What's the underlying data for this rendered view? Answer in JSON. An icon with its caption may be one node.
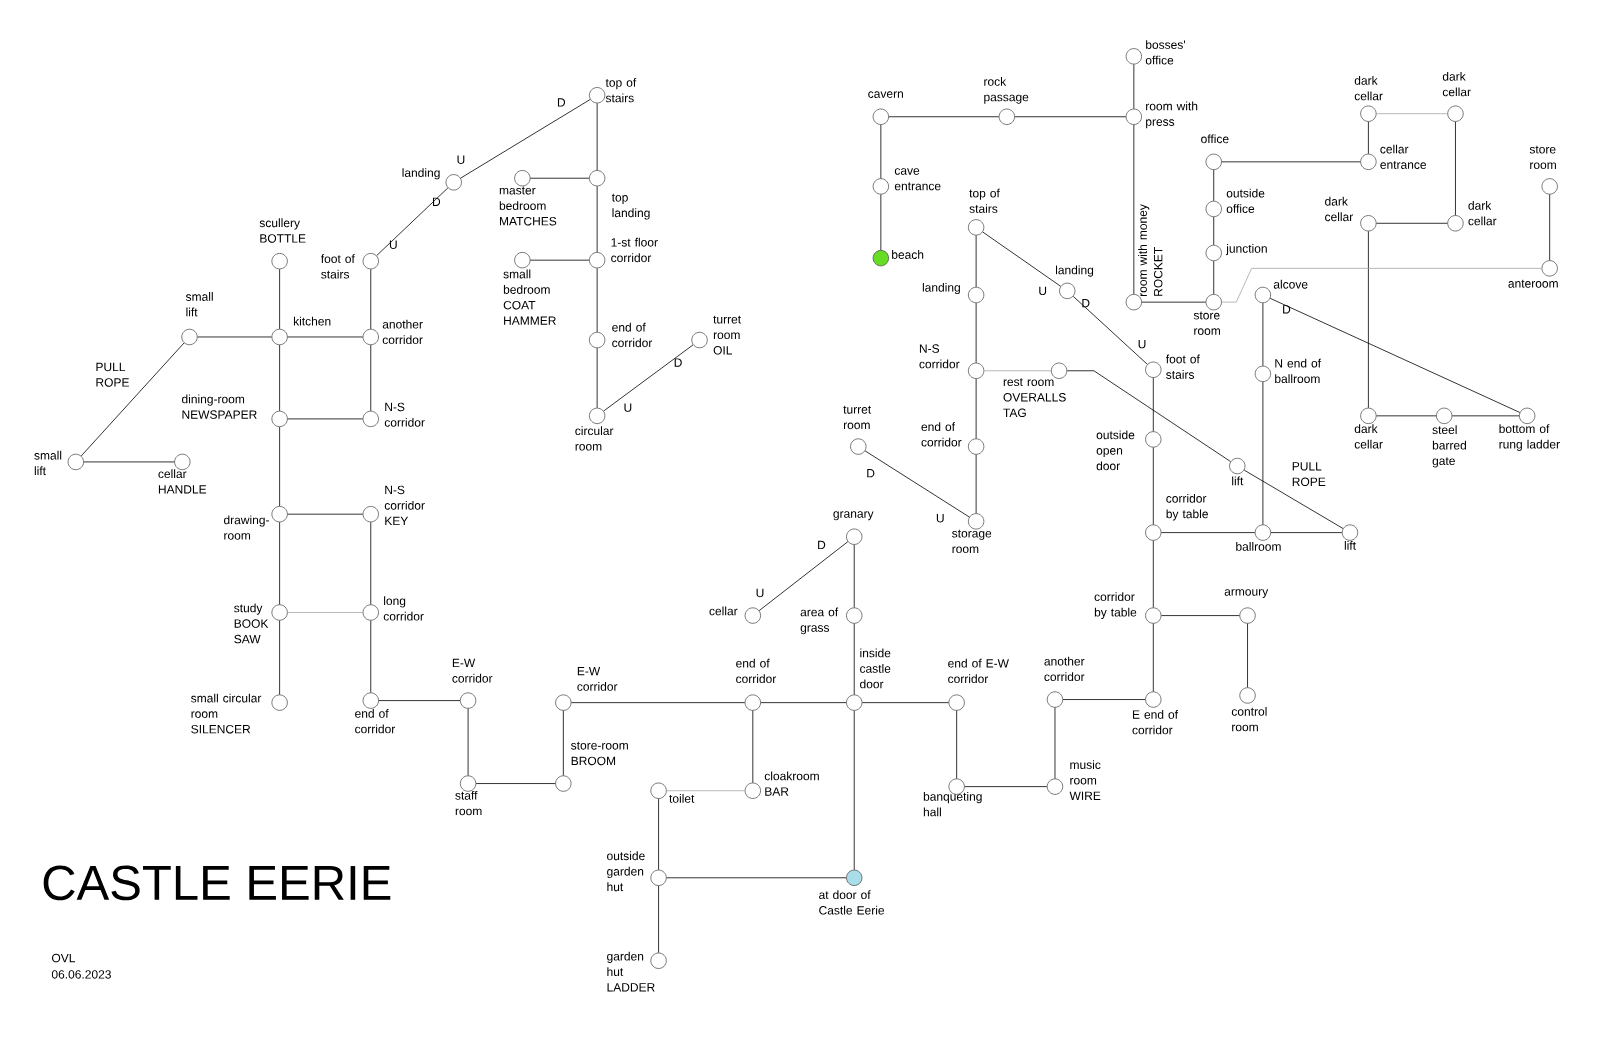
{
  "diagram": {
    "title": "CASTLE EERIE",
    "nodes": [
      {
        "text": [],
        "shape": "circle",
        "beside": [
          "top of stairs"
        ]
      },
      {
        "text": [],
        "shape": "circle",
        "beside": [
          "landing"
        ]
      },
      {
        "text": [],
        "shape": "circle",
        "beside": [
          "foot of stairs"
        ]
      },
      {
        "text": [],
        "shape": "circle",
        "beside": [
          "master bedroom",
          "MATCHES"
        ]
      },
      {
        "text": [],
        "shape": "circle",
        "beside": [
          "top landing"
        ]
      },
      {
        "text": [],
        "shape": "circle",
        "beside": [
          "small bedroom",
          "COAT",
          "HAMMER"
        ]
      },
      {
        "text": [],
        "shape": "circle",
        "beside": [
          "1-st floor corridor"
        ]
      },
      {
        "text": [],
        "shape": "circle",
        "beside": [
          "end of corridor"
        ]
      },
      {
        "text": [],
        "shape": "circle",
        "beside": [
          "turret room",
          "OIL"
        ]
      },
      {
        "text": [],
        "shape": "circle",
        "beside": [
          "circular room"
        ]
      },
      {
        "text": [],
        "shape": "circle",
        "beside": [
          "scullery",
          "BOTTLE"
        ]
      },
      {
        "text": [],
        "shape": "circle",
        "beside": [
          "kitchen"
        ]
      },
      {
        "text": [],
        "shape": "circle",
        "beside": [
          "small lift"
        ]
      },
      {
        "text": [],
        "shape": "circle",
        "beside": [
          "another corridor"
        ]
      },
      {
        "text": [],
        "shape": "circle",
        "beside": [
          "small lift"
        ]
      },
      {
        "text": [],
        "shape": "circle",
        "beside": [
          "cellar",
          "HANDLE"
        ]
      },
      {
        "text": [],
        "shape": "circle",
        "beside": [
          "dining-room",
          "NEWSPAPER"
        ]
      },
      {
        "text": [],
        "shape": "circle",
        "beside": [
          "N-S corridor"
        ]
      },
      {
        "text": [],
        "shape": "circle",
        "beside": [
          "drawing-room"
        ]
      },
      {
        "text": [],
        "shape": "circle",
        "beside": [
          "N-S corridor",
          "KEY"
        ]
      },
      {
        "text": [],
        "shape": "circle",
        "beside": [
          "study",
          "BOOK",
          "SAW"
        ]
      },
      {
        "text": [],
        "shape": "circle",
        "beside": [
          "long corridor"
        ]
      },
      {
        "text": [],
        "shape": "circle",
        "beside": [
          "small circular room",
          "SILENCER"
        ]
      },
      {
        "text": [],
        "shape": "circle",
        "beside": [
          "end of corridor"
        ]
      },
      {
        "text": [],
        "shape": "circle",
        "beside": [
          "E-W corridor"
        ]
      },
      {
        "text": [],
        "shape": "circle",
        "beside": [
          "staff room"
        ]
      },
      {
        "text": [],
        "shape": "circle",
        "beside": [
          "E-W corridor"
        ]
      },
      {
        "text": [],
        "shape": "circle",
        "beside": [
          "store-room",
          "BROOM"
        ]
      },
      {
        "text": [],
        "shape": "circle",
        "beside": [
          "end of corridor"
        ]
      },
      {
        "text": [],
        "shape": "circle",
        "beside": [
          "cloakroom",
          "BAR"
        ]
      },
      {
        "text": [],
        "shape": "circle",
        "beside": [
          "toilet"
        ]
      },
      {
        "text": [],
        "shape": "circle",
        "beside": [
          "outside garden hut"
        ]
      },
      {
        "text": [],
        "shape": "circle",
        "beside": [
          "garden hut",
          "LADDER"
        ]
      },
      {
        "text": [],
        "shape": "circle",
        "beside": [
          "at door of Castle Eerie"
        ]
      },
      {
        "text": [],
        "shape": "circle",
        "beside": [
          "inside castle door"
        ]
      },
      {
        "text": [],
        "shape": "circle",
        "beside": [
          "area of grass"
        ]
      },
      {
        "text": [],
        "shape": "circle",
        "beside": [
          "granary"
        ]
      },
      {
        "text": [],
        "shape": "circle",
        "beside": [
          "cellar"
        ]
      },
      {
        "text": [],
        "shape": "circle",
        "beside": [
          "end of E-W corridor"
        ]
      },
      {
        "text": [],
        "shape": "circle",
        "beside": [
          "banqueting hall"
        ]
      },
      {
        "text": [],
        "shape": "circle",
        "beside": [
          "music room",
          "WIRE"
        ]
      },
      {
        "text": [],
        "shape": "circle",
        "beside": [
          "another corridor"
        ]
      },
      {
        "text": [],
        "shape": "circle",
        "beside": [
          "E end of corridor"
        ]
      },
      {
        "text": [],
        "shape": "circle",
        "beside": [
          "corridor by table"
        ]
      },
      {
        "text": [],
        "shape": "circle",
        "beside": [
          "armoury"
        ]
      },
      {
        "text": [],
        "shape": "circle",
        "beside": [
          "control room"
        ]
      },
      {
        "text": [],
        "shape": "circle",
        "beside": [
          "corridor by table"
        ]
      },
      {
        "text": [],
        "shape": "circle",
        "beside": [
          "outside open door"
        ]
      },
      {
        "text": [],
        "shape": "circle",
        "beside": [
          "foot of stairs"
        ]
      },
      {
        "text": [],
        "shape": "circle",
        "beside": [
          "landing"
        ]
      },
      {
        "text": [],
        "shape": "circle",
        "beside": [
          "top of stairs"
        ]
      },
      {
        "text": [],
        "shape": "circle",
        "beside": [
          "landing"
        ]
      },
      {
        "text": [],
        "shape": "circle",
        "beside": [
          "N-S corridor"
        ]
      },
      {
        "text": [],
        "shape": "circle",
        "beside": [
          "rest room",
          "OVERALLS",
          "TAG"
        ]
      },
      {
        "text": [],
        "shape": "circle",
        "beside": [
          "end of corridor"
        ]
      },
      {
        "text": [],
        "shape": "circle",
        "beside": [
          "storage room"
        ]
      },
      {
        "text": [],
        "shape": "circle",
        "beside": [
          "turret room"
        ]
      },
      {
        "text": [],
        "shape": "circle",
        "beside": [
          "lift"
        ]
      },
      {
        "text": [],
        "shape": "circle",
        "beside": [
          "ballroom"
        ]
      },
      {
        "text": [],
        "shape": "circle",
        "beside": [
          "lift"
        ]
      },
      {
        "text": [],
        "shape": "circle",
        "beside": [
          "N end of ballroom"
        ]
      },
      {
        "text": [],
        "shape": "circle",
        "beside": [
          "alcove"
        ]
      },
      {
        "text": [],
        "shape": "circle",
        "beside": [
          "bottom of rung ladder"
        ]
      },
      {
        "text": [],
        "shape": "circle",
        "beside": [
          "steel barred gate"
        ]
      },
      {
        "text": [],
        "shape": "circle",
        "beside": [
          "dark cellar"
        ]
      },
      {
        "text": [],
        "shape": "circle",
        "beside": [
          "dark cellar"
        ]
      },
      {
        "text": [],
        "shape": "circle",
        "beside": [
          "dark cellar"
        ]
      },
      {
        "text": [],
        "shape": "circle",
        "beside": [
          "dark cellar"
        ]
      },
      {
        "text": [],
        "shape": "circle",
        "beside": [
          "dark cellar"
        ]
      },
      {
        "text": [],
        "shape": "circle",
        "beside": [
          "cellar entrance"
        ]
      },
      {
        "text": [],
        "shape": "circle",
        "beside": [
          "office"
        ]
      },
      {
        "text": [],
        "shape": "circle",
        "beside": [
          "outside office"
        ]
      },
      {
        "text": [],
        "shape": "circle",
        "beside": [
          "junction"
        ]
      },
      {
        "text": [],
        "shape": "circle",
        "beside": [
          "store room"
        ]
      },
      {
        "text": [],
        "shape": "circle",
        "beside": [
          "room with money",
          "ROCKET"
        ]
      },
      {
        "text": [],
        "shape": "circle",
        "beside": [
          "room with press"
        ]
      },
      {
        "text": [],
        "shape": "circle",
        "beside": [
          "bosses' office"
        ]
      },
      {
        "text": [],
        "shape": "circle",
        "beside": [
          "rock passage"
        ]
      },
      {
        "text": [],
        "shape": "circle",
        "beside": [
          "cavern"
        ]
      },
      {
        "text": [],
        "shape": "circle",
        "beside": [
          "cave entrance"
        ]
      },
      {
        "text": [],
        "shape": "circle",
        "beside": [
          "beach"
        ]
      },
      {
        "text": [],
        "shape": "circle",
        "beside": [
          "store room"
        ]
      },
      {
        "text": [],
        "shape": "circle",
        "beside": [
          "anteroom"
        ]
      }
    ],
    "edges": [
      {
        "from": 0,
        "to": 1,
        "arrow": "none"
      },
      {
        "from": 1,
        "to": 2,
        "arrow": "none"
      },
      {
        "from": 0,
        "to": 4,
        "arrow": "none"
      },
      {
        "from": 3,
        "to": 4,
        "arrow": "none"
      },
      {
        "from": 4,
        "to": 6,
        "arrow": "none"
      },
      {
        "from": 5,
        "to": 6,
        "arrow": "none"
      },
      {
        "from": 6,
        "to": 7,
        "arrow": "none"
      },
      {
        "from": 7,
        "to": 9,
        "arrow": "none"
      },
      {
        "from": 9,
        "to": 8,
        "arrow": "none"
      },
      {
        "from": 2,
        "to": 13,
        "arrow": "none"
      },
      {
        "from": 10,
        "to": 11,
        "arrow": "none"
      },
      {
        "from": 12,
        "to": 11,
        "arrow": "none"
      },
      {
        "from": 11,
        "to": 13,
        "arrow": "none"
      },
      {
        "from": 12,
        "to": 14,
        "arrow": "none"
      },
      {
        "from": 14,
        "to": 15,
        "arrow": "none"
      },
      {
        "from": 11,
        "to": 16,
        "arrow": "none"
      },
      {
        "from": 16,
        "to": 17,
        "arrow": "none"
      },
      {
        "from": 13,
        "to": 17,
        "arrow": "none"
      },
      {
        "from": 16,
        "to": 18,
        "arrow": "none"
      },
      {
        "from": 18,
        "to": 19,
        "arrow": "none"
      },
      {
        "from": 19,
        "to": 21,
        "arrow": "none"
      },
      {
        "from": 18,
        "to": 20,
        "arrow": "none"
      },
      {
        "from": 20,
        "to": 21,
        "arrow": "none",
        "color": "#a6a6a6"
      },
      {
        "from": 20,
        "to": 22,
        "arrow": "none"
      },
      {
        "from": 21,
        "to": 23,
        "arrow": "none"
      },
      {
        "from": 23,
        "to": 24,
        "arrow": "none"
      },
      {
        "from": 24,
        "to": 25,
        "arrow": "none"
      },
      {
        "from": 25,
        "to": 27,
        "arrow": "none"
      },
      {
        "from": 26,
        "to": 27,
        "arrow": "none"
      },
      {
        "from": 26,
        "to": 28,
        "arrow": "none"
      },
      {
        "from": 28,
        "to": 34,
        "arrow": "none"
      },
      {
        "from": 28,
        "to": 29,
        "arrow": "none"
      },
      {
        "from": 29,
        "to": 30,
        "arrow": "none",
        "color": "#a6a6a6"
      },
      {
        "from": 30,
        "to": 31,
        "arrow": "none"
      },
      {
        "from": 31,
        "to": 32,
        "arrow": "none"
      },
      {
        "from": 31,
        "to": 33,
        "arrow": "none"
      },
      {
        "from": 33,
        "to": 34,
        "arrow": "none"
      },
      {
        "from": 34,
        "to": 35,
        "arrow": "none"
      },
      {
        "from": 35,
        "to": 36,
        "arrow": "none"
      },
      {
        "from": 36,
        "to": 37,
        "arrow": "none"
      },
      {
        "from": 34,
        "to": 38,
        "arrow": "none"
      },
      {
        "from": 38,
        "to": 39,
        "arrow": "none"
      },
      {
        "from": 39,
        "to": 40,
        "arrow": "none"
      },
      {
        "from": 40,
        "to": 41,
        "arrow": "none"
      },
      {
        "from": 41,
        "to": 42,
        "arrow": "none"
      },
      {
        "from": 42,
        "to": 43,
        "arrow": "none"
      },
      {
        "from": 43,
        "to": 44,
        "arrow": "none"
      },
      {
        "from": 44,
        "to": 45,
        "arrow": "none"
      },
      {
        "from": 43,
        "to": 46,
        "arrow": "none"
      },
      {
        "from": 46,
        "to": 47,
        "arrow": "none"
      },
      {
        "from": 47,
        "to": 48,
        "arrow": "none"
      },
      {
        "from": 50,
        "to": 49,
        "arrow": "none"
      },
      {
        "from": 49,
        "to": 48,
        "arrow": "none"
      },
      {
        "from": 50,
        "to": 51,
        "arrow": "none"
      },
      {
        "from": 51,
        "to": 52,
        "arrow": "none"
      },
      {
        "from": 52,
        "to": 53,
        "arrow": "none",
        "color": "#a6a6a6"
      },
      {
        "from": 52,
        "to": 54,
        "arrow": "none"
      },
      {
        "from": 54,
        "to": 55,
        "arrow": "none"
      },
      {
        "from": 55,
        "to": 56,
        "arrow": "none"
      },
      {
        "from": 53,
        "to": 57,
        "arrow": "none"
      },
      {
        "from": 57,
        "to": 59,
        "arrow": "none"
      },
      {
        "from": 46,
        "to": 58,
        "arrow": "none"
      },
      {
        "from": 58,
        "to": 59,
        "arrow": "none"
      },
      {
        "from": 58,
        "to": 60,
        "arrow": "none"
      },
      {
        "from": 60,
        "to": 61,
        "arrow": "none"
      },
      {
        "from": 61,
        "to": 62,
        "arrow": "none"
      },
      {
        "from": 62,
        "to": 63,
        "arrow": "none"
      },
      {
        "from": 63,
        "to": 64,
        "arrow": "none"
      },
      {
        "from": 64,
        "to": 65,
        "arrow": "none"
      },
      {
        "from": 65,
        "to": 66,
        "arrow": "none"
      },
      {
        "from": 66,
        "to": 67,
        "arrow": "none"
      },
      {
        "from": 67,
        "to": 68,
        "arrow": "none",
        "color": "#a6a6a6"
      },
      {
        "from": 68,
        "to": 69,
        "arrow": "none"
      },
      {
        "from": 69,
        "to": 70,
        "arrow": "none"
      },
      {
        "from": 70,
        "to": 71,
        "arrow": "none"
      },
      {
        "from": 71,
        "to": 72,
        "arrow": "none"
      },
      {
        "from": 72,
        "to": 73,
        "arrow": "none"
      },
      {
        "from": 73,
        "to": 74,
        "arrow": "none"
      },
      {
        "from": 74,
        "to": 75,
        "arrow": "none"
      },
      {
        "from": 75,
        "to": 76,
        "arrow": "none"
      },
      {
        "from": 75,
        "to": 77,
        "arrow": "none"
      },
      {
        "from": 77,
        "to": 78,
        "arrow": "none"
      },
      {
        "from": 78,
        "to": 79,
        "arrow": "none"
      },
      {
        "from": 79,
        "to": 80,
        "arrow": "none"
      },
      {
        "from": 73,
        "to": 82,
        "arrow": "none",
        "color": "#a6a6a6"
      },
      {
        "from": 81,
        "to": 82,
        "arrow": "none"
      }
    ],
    "labels": [
      "D",
      "U",
      "D",
      "U",
      "U",
      "D",
      "D",
      "U",
      "D",
      "PULL ROPE",
      "U",
      "PULL ROPE",
      "D",
      "U",
      "D",
      "U",
      "OVL",
      "06.06.2023"
    ]
  }
}
